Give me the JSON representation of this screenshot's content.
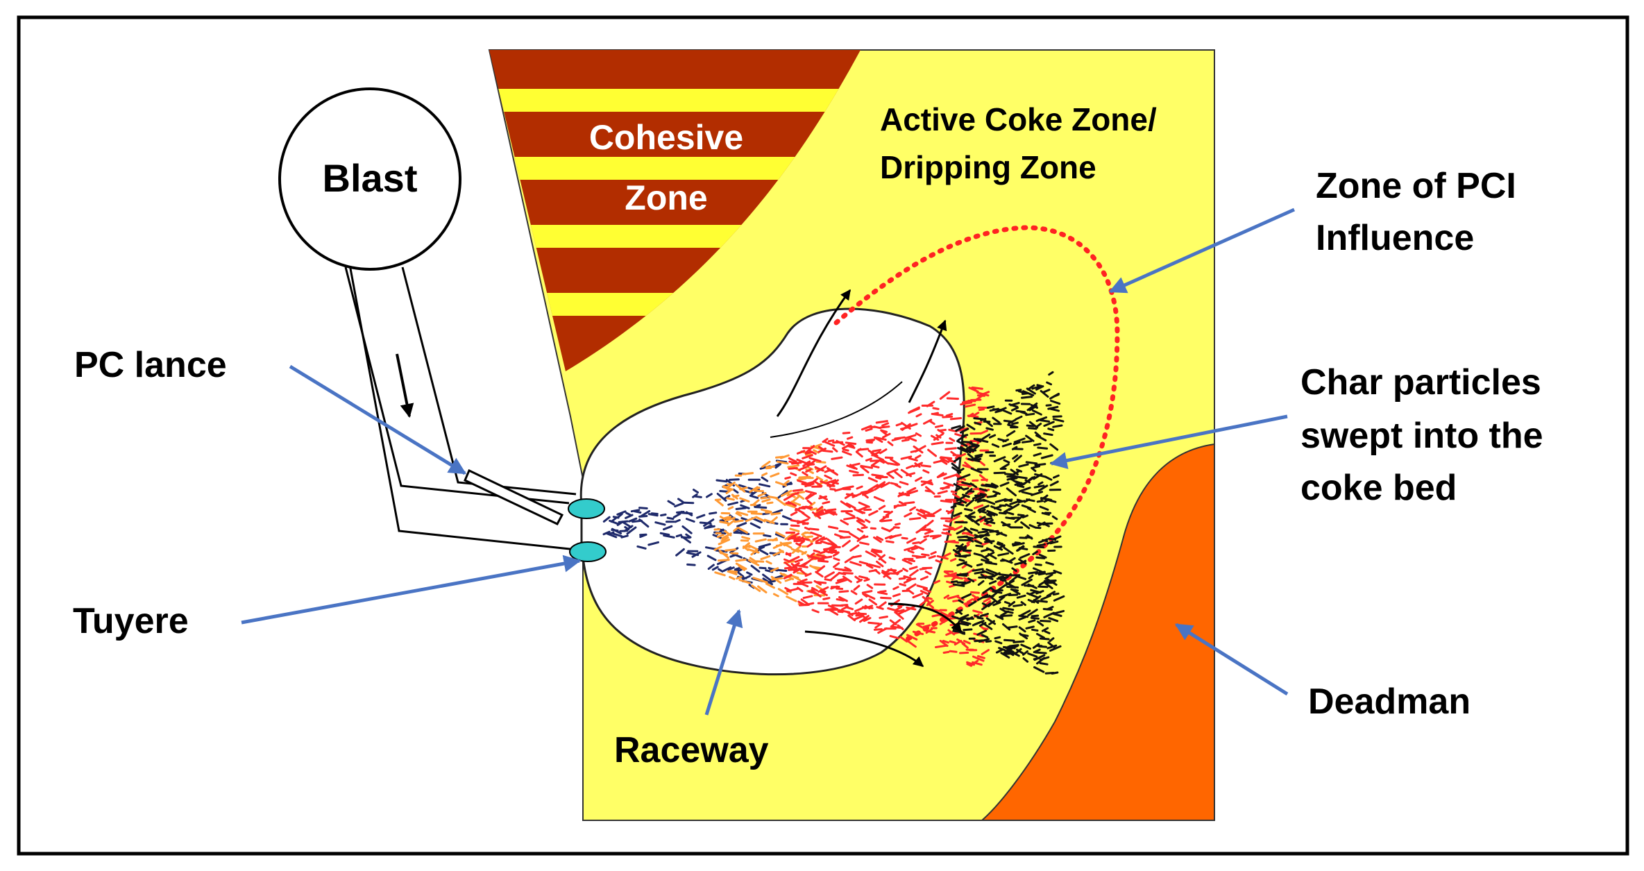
{
  "labels": {
    "blast": "Blast",
    "cohesive_zone_line1": "Cohesive",
    "cohesive_zone_line2": "Zone",
    "active_coke_line1": "Active Coke Zone/",
    "active_coke_line2": "Dripping Zone",
    "pci_line1": "Zone of PCI",
    "pci_line2": "Influence",
    "pc_lance": "PC lance",
    "char_line1": "Char particles",
    "char_line2": "swept into the",
    "char_line3": "coke bed",
    "tuyere": "Tuyere",
    "deadman": "Deadman",
    "raceway": "Raceway"
  },
  "colors": {
    "frame": "#000000",
    "furnace_yellow": "#ffff66",
    "cohesive_brown": "#b22d00",
    "cohesive_yellow": "#ffff33",
    "deadman_orange": "#ff6600",
    "tuyere_cyan": "#33cccc",
    "pci_boundary_red": "#ff2222",
    "pointer_blue": "#4a74c4",
    "particles_navy": "#1f2a6b",
    "particles_orange": "#ff9933",
    "particles_red": "#ff2a2a",
    "particles_black": "#111111"
  }
}
